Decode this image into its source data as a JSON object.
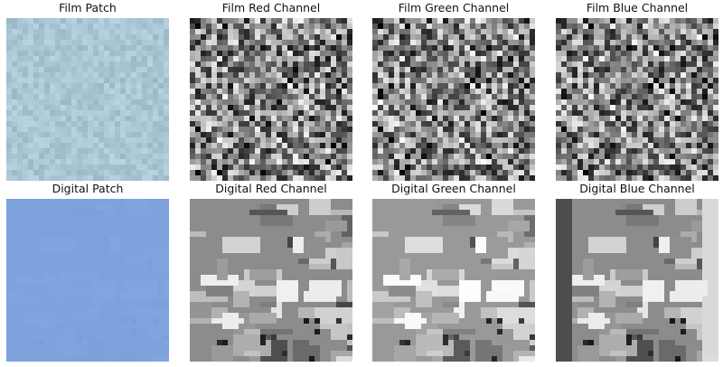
{
  "panels": [
    {
      "title": "Film Patch",
      "kind": "film-color",
      "color": "#a9c6d4"
    },
    {
      "title": "Film Red Channel",
      "kind": "film-gray"
    },
    {
      "title": "Film Green Channel",
      "kind": "film-gray"
    },
    {
      "title": "Film Blue Channel",
      "kind": "film-gray"
    },
    {
      "title": "Digital Patch",
      "kind": "digital-color",
      "color": "#7ea2dc"
    },
    {
      "title": "Digital Red Channel",
      "kind": "digital-gray"
    },
    {
      "title": "Digital Green Channel",
      "kind": "digital-gray"
    },
    {
      "title": "Digital Blue Channel",
      "kind": "digital-gray"
    }
  ]
}
